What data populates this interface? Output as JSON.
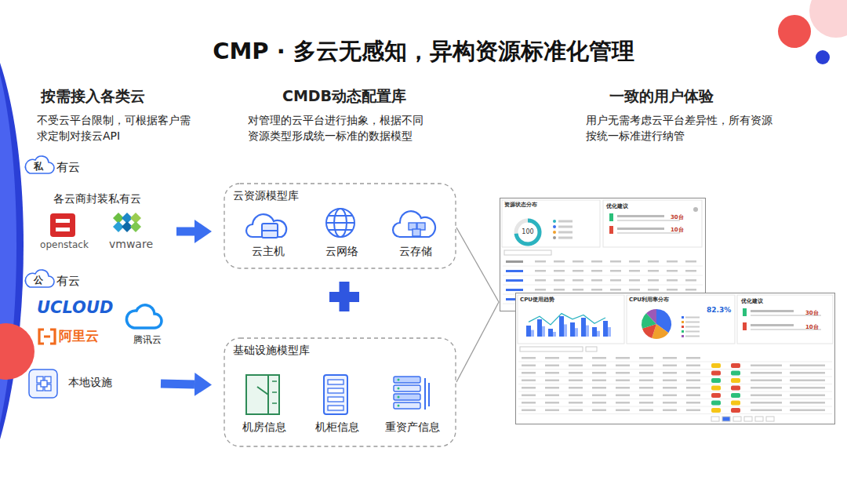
{
  "diagram": {
    "title": "CMP · 多云无感知，异构资源标准化管理",
    "nodes": [
      {
        "text": [
          "私",
          "有云",
          "各云商封装私有云"
        ]
      },
      {
        "text": [
          "openstack"
        ],
        "in": 0
      },
      {
        "text": [
          "vmware"
        ],
        "in": 0
      },
      {
        "text": [
          "公",
          "有云"
        ]
      },
      {
        "text": [
          "UCLOUD"
        ],
        "in": 3
      },
      {
        "text": [
          "阿里云"
        ],
        "in": 3
      },
      {
        "text": [
          "腾讯云"
        ],
        "in": 3
      },
      {
        "text": [
          "本地设施"
        ]
      },
      {
        "text": [
          "云资源模型库"
        ]
      },
      {
        "text": [
          "云主机"
        ],
        "in": 8
      },
      {
        "text": [
          "云网络"
        ],
        "in": 8
      },
      {
        "text": [
          "云存储"
        ],
        "in": 8
      },
      {
        "text": [
          "基础设施模型库"
        ]
      },
      {
        "text": [
          "机房信息"
        ],
        "in": 12
      },
      {
        "text": [
          "机柜信息"
        ],
        "in": 12
      },
      {
        "text": [
          "重资产信息"
        ],
        "in": 12
      },
      {
        "text": [
          "资源状态分布",
          "100",
          "优化建议",
          "30台",
          "10台"
        ]
      },
      {
        "text": [
          "CPU使用趋势",
          "CPU利用率分布",
          "82.3%",
          "优化建议",
          "30台",
          "10台"
        ]
      }
    ],
    "edges": [
      {
        "from": 0,
        "to": 8,
        "arrow": "to"
      },
      {
        "from": 7,
        "to": 12,
        "arrow": "to"
      },
      {
        "from": 8,
        "to": 16,
        "arrow": "none"
      },
      {
        "from": 12,
        "to": 16,
        "arrow": "none"
      }
    ],
    "labels": [
      "按需接入各类云",
      "不受云平台限制，可根据客户需求定制对接云API",
      "CMDB动态配置库",
      "对管理的云平台进行抽象，根据不同资源类型形成统一标准的数据模型",
      "一致的用户体验",
      "用户无需考虑云平台差异性，所有资源按统一标准进行纳管"
    ]
  }
}
